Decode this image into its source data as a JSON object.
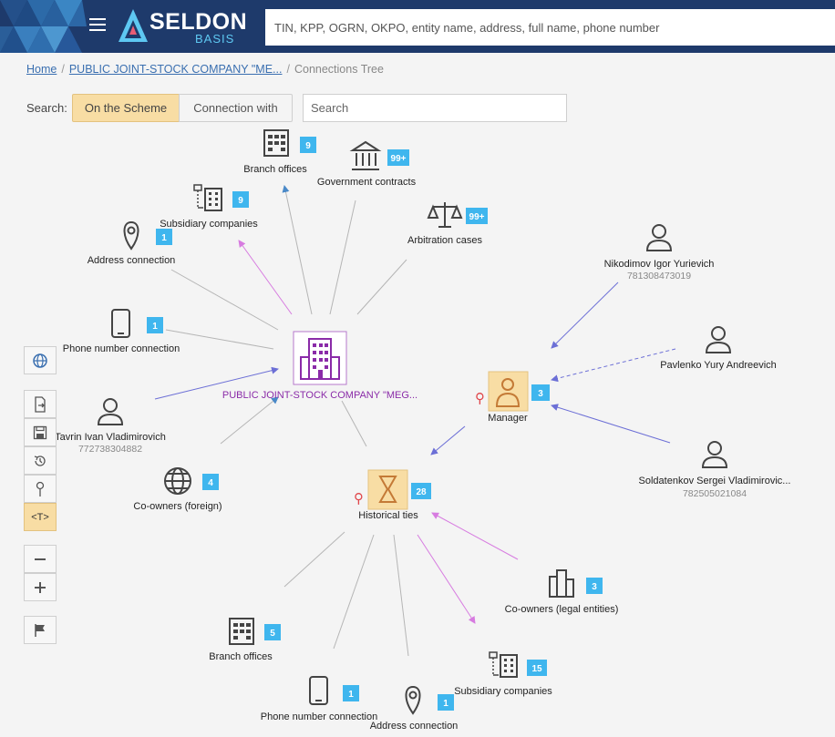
{
  "header": {
    "logo_name": "SELDON",
    "logo_sub": "BASIS",
    "search_placeholder": "TIN, KPP, OGRN, OKPO, entity name, address, full name, phone number"
  },
  "breadcrumb": {
    "home": "Home",
    "company": "PUBLIC JOINT-STOCK COMPANY \"ME...",
    "current": "Connections Tree"
  },
  "search_bar": {
    "label": "Search:",
    "on_scheme": "On the Scheme",
    "connection_with": "Connection with",
    "placeholder": "Search"
  },
  "toolbar": {
    "text_toggle": "<T>"
  },
  "graph": {
    "center": {
      "label": "PUBLIC JOINT-STOCK COMPANY \"MEG..."
    },
    "manager": {
      "label": "Manager",
      "badge": "3"
    },
    "historical": {
      "label": "Historical ties",
      "badge": "28"
    },
    "branch_top": {
      "label": "Branch offices",
      "badge": "9"
    },
    "gov_contracts": {
      "label": "Government contracts",
      "badge": "99+"
    },
    "subsidiary_top": {
      "label": "Subsidiary companies",
      "badge": "9"
    },
    "arbitration": {
      "label": "Arbitration cases",
      "badge": "99+"
    },
    "address_top": {
      "label": "Address connection",
      "badge": "1"
    },
    "phone_top": {
      "label": "Phone number connection",
      "badge": "1"
    },
    "tavrin": {
      "label": "Tavrin Ivan Vladimirovich",
      "sub": "772738304882"
    },
    "coowners_foreign": {
      "label": "Co-owners (foreign)",
      "badge": "4"
    },
    "nikodimov": {
      "label": "Nikodimov Igor Yurievich",
      "sub": "781308473019"
    },
    "pavlenko": {
      "label": "Pavlenko Yury Andreevich"
    },
    "soldatenkov": {
      "label": "Soldatenkov Sergei Vladimirovic...",
      "sub": "782505021084"
    },
    "coowners_legal": {
      "label": "Co-owners (legal entities)",
      "badge": "3"
    },
    "branch_bottom": {
      "label": "Branch offices",
      "badge": "5"
    },
    "subsidiary_bottom": {
      "label": "Subsidiary companies",
      "badge": "15"
    },
    "phone_bottom": {
      "label": "Phone number connection",
      "badge": "1"
    },
    "address_bottom": {
      "label": "Address connection",
      "badge": "1"
    }
  },
  "colors": {
    "header_bg": "#1e3a6b",
    "accent_badge": "#3fb6ee",
    "active_yellow": "#f8dda4",
    "center_purple": "#8a2ba8",
    "edge_blue": "#6c6fd6",
    "edge_pink": "#d77be0",
    "edge_gray": "#b5b5b5"
  }
}
